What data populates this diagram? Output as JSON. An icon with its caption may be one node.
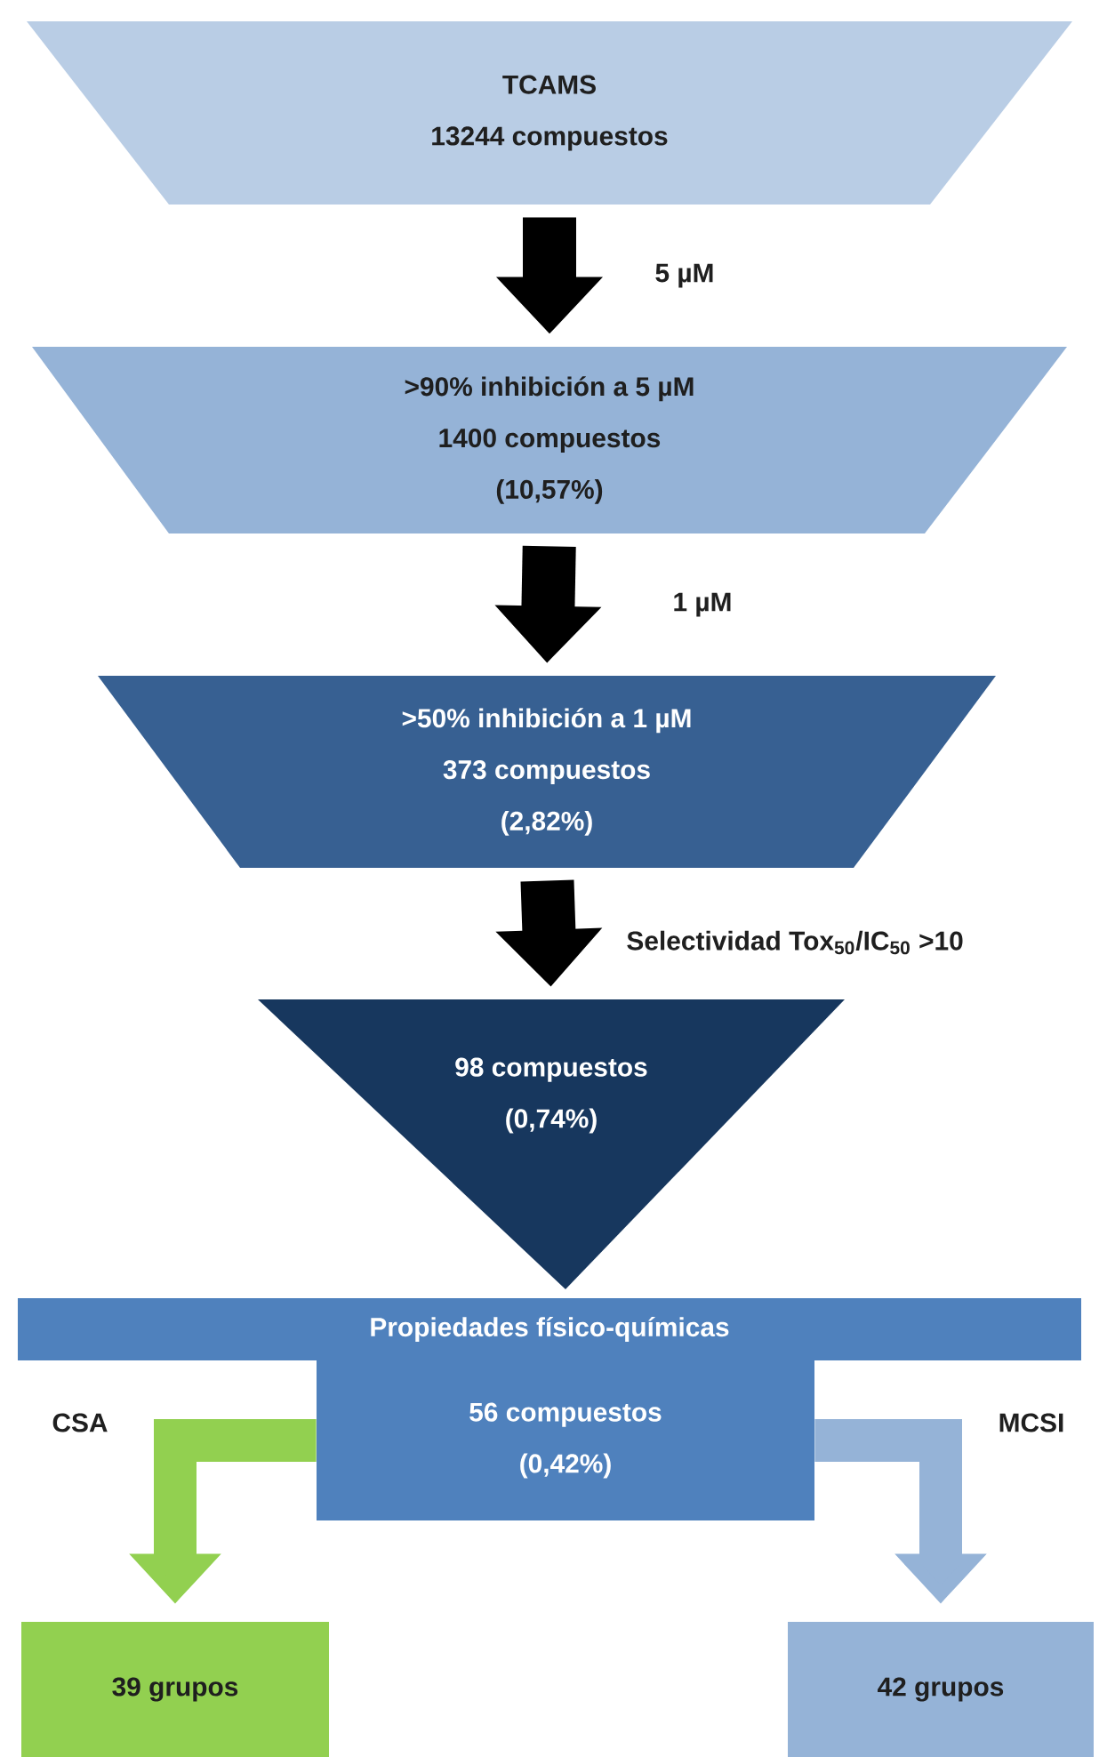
{
  "diagram": {
    "nodes": [
      {
        "text": [
          "TCAMS",
          "13244 compuestos"
        ]
      },
      {
        "text": [
          ">90% inhibición a 5 µM",
          "1400 compuestos",
          "(10,57%)"
        ]
      },
      {
        "text": [
          ">50%  inhibición a 1 µM",
          "373 compuestos",
          "(2,82%)"
        ]
      },
      {
        "text": [
          "98 compuestos",
          "(0,74%)"
        ]
      },
      {
        "text": [
          "Propiedades físico-químicas"
        ]
      },
      {
        "text": [
          "56 compuestos",
          "(0,42%)"
        ]
      },
      {
        "text": [
          "39 grupos"
        ]
      },
      {
        "text": [
          "42 grupos"
        ]
      }
    ],
    "edges": [
      {
        "from": 0,
        "to": 1,
        "arrow": "to",
        "label": "5 µM"
      },
      {
        "from": 1,
        "to": 2,
        "arrow": "to",
        "label": "1 µM"
      },
      {
        "from": 2,
        "to": 3,
        "arrow": "to",
        "label": "Selectividad Tox$_{50}$/IC$_{50}$ >10"
      },
      {
        "from": 5,
        "to": 6,
        "arrow": "to",
        "label": "CSA",
        "color": "#92d050"
      },
      {
        "from": 5,
        "to": 7,
        "arrow": "to",
        "label": "MCSI",
        "color": "#95b3d7"
      }
    ]
  }
}
